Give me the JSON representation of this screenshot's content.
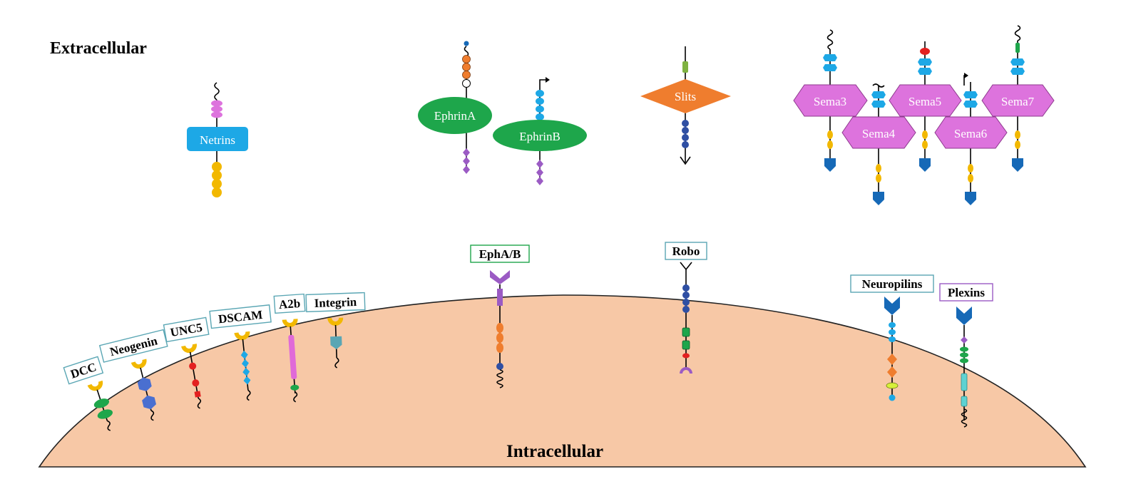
{
  "labels": {
    "extracellular": "Extracellular",
    "intracellular": "Intracellular"
  },
  "ligands": {
    "netrins": "Netrins",
    "ephrin_a": "EphrinA",
    "ephrin_b": "EphrinB",
    "slits": "Slits",
    "sema3": "Sema3",
    "sema4": "Sema4",
    "sema5": "Sema5",
    "sema6": "Sema6",
    "sema7": "Sema7"
  },
  "receptors": {
    "dcc": "DCC",
    "neogenin": "Neogenin",
    "unc5": "UNC5",
    "dscam": "DSCAM",
    "a2b": "A2b",
    "integrin": "Integrin",
    "eph": "EphA/B",
    "robo": "Robo",
    "neuropilins": "Neuropilins",
    "plexins": "Plexins"
  },
  "colors": {
    "cell": "#f7c8a6",
    "netrin_blue": "#1da8e6",
    "ephrin_green": "#1ea64b",
    "slit_orange": "#ef7d2e",
    "sema_magenta": "#dd73dd",
    "yellow": "#f2b800",
    "purple": "#9b5bc4",
    "dark_blue": "#2f4fa3",
    "arrow_blue": "#1669b7",
    "red": "#e32020",
    "pink": "#e06ad8",
    "teal": "#5aa6b4"
  }
}
